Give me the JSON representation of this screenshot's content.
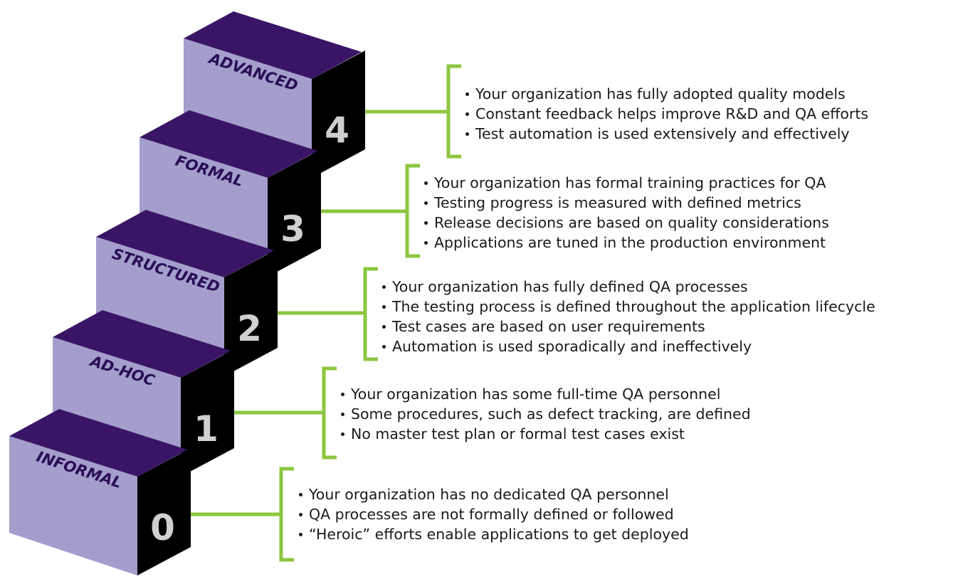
{
  "colors": {
    "front_face": "#a49ecc",
    "top_face": "#3a1566",
    "side_face": "#000000",
    "label_text": "#2a0e57",
    "number_text": "#d0d0d0",
    "connector": "#8cc63f",
    "bullet_text": "#1a1a1a"
  },
  "levels": [
    {
      "number": "0",
      "label": "INFORMAL",
      "bullets": [
        "Your organization has no dedicated QA personnel",
        "QA processes are not formally defined or followed",
        "“Heroic” efforts enable applications to get deployed"
      ]
    },
    {
      "number": "1",
      "label": "AD-HOC",
      "bullets": [
        "Your organization has some full-time QA personnel",
        "Some procedures, such as defect tracking, are defined",
        "No master test plan or formal test cases exist"
      ]
    },
    {
      "number": "2",
      "label": "STRUCTURED",
      "bullets": [
        "Your organization has fully defined QA processes",
        "The testing process is defined throughout the application lifecycle",
        "Test cases are based on user requirements",
        "Automation is used sporadically and ineffectively"
      ]
    },
    {
      "number": "3",
      "label": "FORMAL",
      "bullets": [
        "Your organization has formal training practices for QA",
        "Testing progress is measured with defined metrics",
        "Release decisions are based on quality considerations",
        "Applications are tuned in the production environment"
      ]
    },
    {
      "number": "4",
      "label": "ADVANCED",
      "bullets": [
        "Your organization has fully adopted quality models",
        "Constant feedback helps improve R&D and QA efforts",
        "Test automation is used extensively and effectively"
      ]
    }
  ]
}
